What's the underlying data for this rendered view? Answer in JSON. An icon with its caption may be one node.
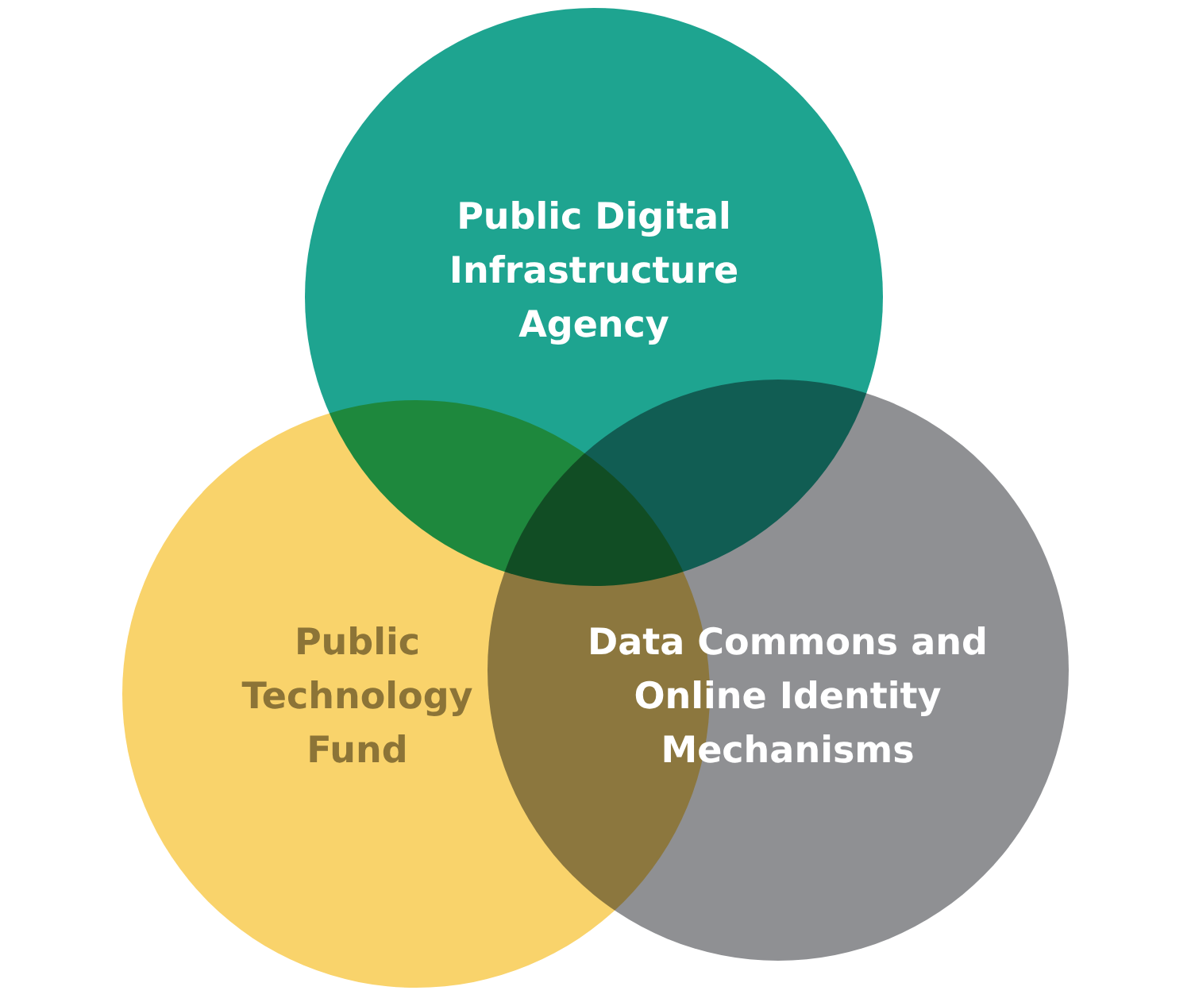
{
  "diagram": {
    "nodes": [
      {
        "text": [
          "Public Digital Infrastructure Agency"
        ]
      },
      {
        "text": [
          "Public Technology Fund"
        ]
      },
      {
        "text": [
          "Data Commons and Online Identity Mechanisms"
        ]
      }
    ]
  }
}
